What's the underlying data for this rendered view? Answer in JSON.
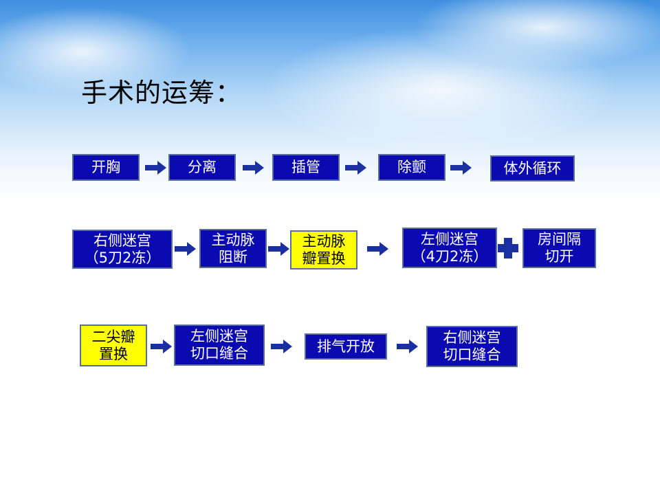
{
  "title": "手术的运筹：",
  "colors": {
    "box": "#0a0ab0",
    "highlight": "#ffff00",
    "arrow": "#1a2fa0"
  },
  "row1": [
    "开胸",
    "分离",
    "插管",
    "除颤",
    "体外循环"
  ],
  "row2": [
    {
      "l1": "右侧迷宫",
      "l2": "（5刀2冻）"
    },
    {
      "l1": "主动脉",
      "l2": "阻断"
    },
    {
      "l1": "主动脉",
      "l2": "瓣置换"
    },
    {
      "l1": "左侧迷宫",
      "l2": "（4刀2冻）"
    },
    {
      "l1": "房间隔",
      "l2": "切开"
    }
  ],
  "row3": [
    {
      "l1": "二尖瓣",
      "l2": "置换"
    },
    {
      "l1": "左侧迷宫",
      "l2": "切口缝合"
    },
    {
      "l1": "排气开放"
    },
    {
      "l1": "右侧迷宫",
      "l2": "切口缝合"
    }
  ]
}
